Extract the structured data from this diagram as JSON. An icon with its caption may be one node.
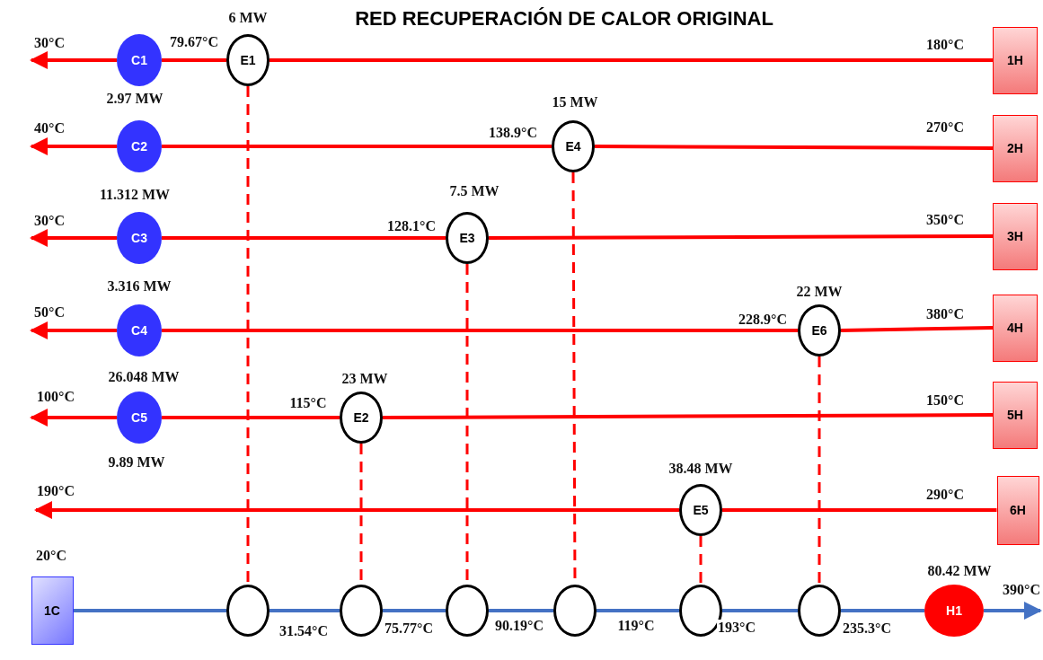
{
  "diagram": {
    "title": "RED RECUPERACIÓN DE CALOR ORIGINAL",
    "nodes": [
      {
        "text": [
          "C1"
        ],
        "beside": [
          "2.97 MW"
        ]
      },
      {
        "text": [
          "E1"
        ],
        "beside": [
          "6 MW"
        ]
      },
      {
        "text": [
          "1H"
        ]
      },
      {
        "text": [
          "C2"
        ],
        "beside": [
          "11.312 MW"
        ]
      },
      {
        "text": [
          "E4"
        ],
        "beside": [
          "15 MW"
        ]
      },
      {
        "text": [
          "2H"
        ]
      },
      {
        "text": [
          "C3"
        ],
        "beside": [
          "3.316 MW"
        ]
      },
      {
        "text": [
          "E3"
        ],
        "beside": [
          "7.5 MW"
        ]
      },
      {
        "text": [
          "3H"
        ]
      },
      {
        "text": [
          "C4"
        ],
        "beside": [
          "26.048 MW"
        ]
      },
      {
        "text": [
          "E6"
        ],
        "beside": [
          "22 MW"
        ]
      },
      {
        "text": [
          "4H"
        ]
      },
      {
        "text": [
          "C5"
        ],
        "beside": [
          "9.89 MW"
        ]
      },
      {
        "text": [
          "E2"
        ],
        "beside": [
          "23 MW"
        ]
      },
      {
        "text": [
          "5H"
        ]
      },
      {
        "text": [
          "E5"
        ],
        "beside": [
          "38.48 MW"
        ]
      },
      {
        "text": [
          "6H"
        ]
      },
      {
        "text": [
          "1C"
        ],
        "beside": [
          "20°C"
        ]
      },
      {
        "text": [],
        "shape": "circle"
      },
      {
        "text": [],
        "shape": "circle"
      },
      {
        "text": [],
        "shape": "circle"
      },
      {
        "text": [],
        "shape": "circle"
      },
      {
        "text": [],
        "shape": "circle"
      },
      {
        "text": [],
        "shape": "circle"
      },
      {
        "text": [
          "H1"
        ],
        "beside": [
          "80.42 MW"
        ]
      }
    ],
    "edges": [
      {
        "from": 2,
        "to": 1,
        "arrow": "none",
        "label": "180°C"
      },
      {
        "from": 1,
        "to": 0,
        "arrow": "none",
        "label": "79.67°C"
      },
      {
        "from": 0,
        "to": null,
        "arrow": "to",
        "label": "30°C"
      },
      {
        "from": 5,
        "to": 4,
        "arrow": "none",
        "label": "270°C"
      },
      {
        "from": 4,
        "to": 3,
        "arrow": "none",
        "label": "138.9°C"
      },
      {
        "from": 3,
        "to": null,
        "arrow": "to",
        "label": "40°C"
      },
      {
        "from": 8,
        "to": 7,
        "arrow": "none",
        "label": "350°C"
      },
      {
        "from": 7,
        "to": 6,
        "arrow": "none",
        "label": "128.1°C"
      },
      {
        "from": 6,
        "to": null,
        "arrow": "to",
        "label": "30°C"
      },
      {
        "from": 11,
        "to": 10,
        "arrow": "none",
        "label": "380°C"
      },
      {
        "from": 10,
        "to": 9,
        "arrow": "none",
        "label": "228.9°C"
      },
      {
        "from": 9,
        "to": null,
        "arrow": "to",
        "label": "50°C"
      },
      {
        "from": 14,
        "to": 13,
        "arrow": "none",
        "label": "150°C"
      },
      {
        "from": 13,
        "to": 12,
        "arrow": "none",
        "label": "115°C"
      },
      {
        "from": 12,
        "to": null,
        "arrow": "to",
        "label": "100°C"
      },
      {
        "from": 16,
        "to": 15,
        "arrow": "none",
        "label": "290°C"
      },
      {
        "from": 15,
        "to": null,
        "arrow": "to",
        "label": "190°C"
      },
      {
        "from": 17,
        "to": 18,
        "arrow": "none",
        "color": "#4472c4"
      },
      {
        "from": 18,
        "to": 19,
        "arrow": "none",
        "color": "#4472c4",
        "label": "31.54°C"
      },
      {
        "from": 19,
        "to": 20,
        "arrow": "none",
        "color": "#4472c4",
        "label": "75.77°C"
      },
      {
        "from": 20,
        "to": 21,
        "arrow": "none",
        "color": "#4472c4",
        "label": "90.19°C"
      },
      {
        "from": 21,
        "to": 22,
        "arrow": "none",
        "color": "#4472c4",
        "label": "119°C"
      },
      {
        "from": 22,
        "to": 23,
        "arrow": "none",
        "color": "#4472c4",
        "label": "193°C"
      },
      {
        "from": 23,
        "to": 24,
        "arrow": "none",
        "color": "#4472c4",
        "label": "235.3°C"
      },
      {
        "from": 24,
        "to": null,
        "arrow": "to",
        "color": "#4472c4",
        "label": "390°C"
      },
      {
        "from": 1,
        "to": 18,
        "arrow": "none",
        "style": "dashed"
      },
      {
        "from": 13,
        "to": 19,
        "arrow": "none",
        "style": "dashed"
      },
      {
        "from": 7,
        "to": 20,
        "arrow": "none",
        "style": "dashed"
      },
      {
        "from": 4,
        "to": 21,
        "arrow": "none",
        "style": "dashed"
      },
      {
        "from": 15,
        "to": 22,
        "arrow": "none",
        "style": "dashed"
      },
      {
        "from": 10,
        "to": 23,
        "arrow": "none",
        "style": "dashed"
      }
    ]
  }
}
